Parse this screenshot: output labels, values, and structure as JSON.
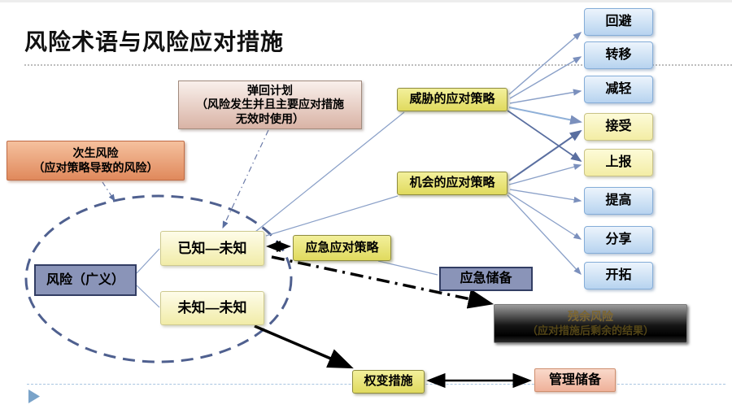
{
  "title": "风险术语与风险应对措施",
  "boxes": {
    "rebound_plan_l1": "弹回计划",
    "rebound_plan_l2": "（风险发生并且主要应对措施",
    "rebound_plan_l3": "无效时使用）",
    "secondary_risk_l1": "次生风险",
    "secondary_risk_l2": "（应对策略导致的风险）",
    "threat_strategy": "威胁的应对策略",
    "opportunity_strategy": "机会的应对策略",
    "risk_broad": "风险（广义）",
    "known_unknown": "已知—未知",
    "unknown_unknown": "未知—未知",
    "contingent_response_strategy": "应急应对策略",
    "contingency_reserve": "应急储备",
    "residual_risk_l1": "残余风险",
    "residual_risk_l2": "（应对措施后剩余的结果）",
    "workaround": "权变措施",
    "management_reserve": "管理储备",
    "avoid": "回避",
    "transfer": "转移",
    "mitigate": "减轻",
    "accept": "接受",
    "escalate": "上报",
    "enhance": "提高",
    "share": "分享",
    "exploit": "开拓"
  },
  "colors": {
    "strategy_yellow": "#e8e371",
    "response_blue": "#bcd6f0",
    "shared_pale_yellow": "#f7f2b4",
    "slate_blue": "#8a94b8",
    "secondary_salmon": "#e8975f",
    "management_pink": "#f3c0aa",
    "residual_dark": "#111111",
    "connector_blue": "#7b90bd"
  }
}
